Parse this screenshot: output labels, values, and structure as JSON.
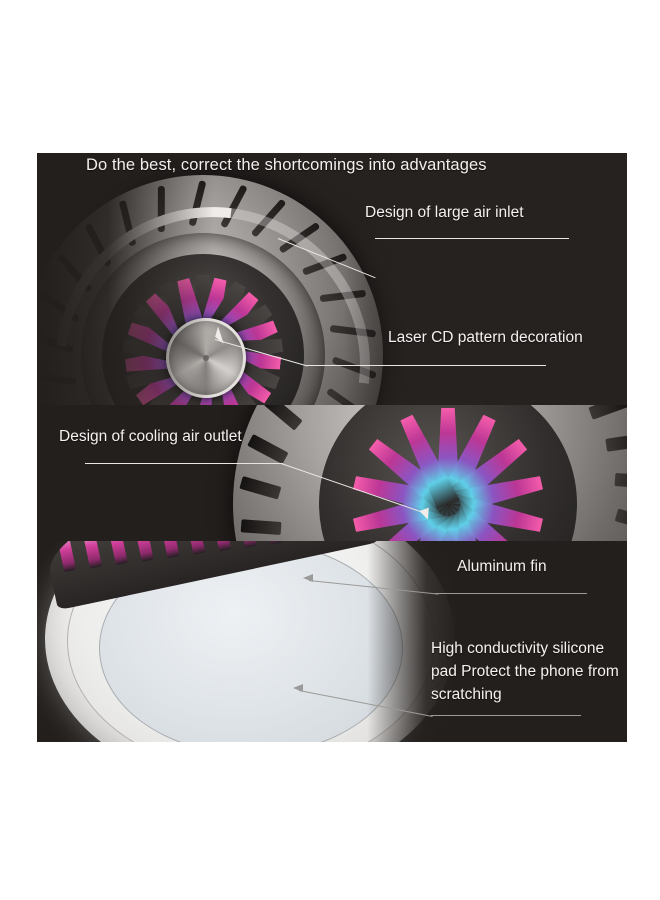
{
  "image": {
    "kind": "product-infographic",
    "subject": "phone cooling fan radiator",
    "background_color": "#ffffff",
    "panel_color": "#262220",
    "text_color": "#f4f2f0",
    "accent_color": "#d23f9b"
  },
  "panel": {
    "title": "Do the best, correct the shortcomings into advantages",
    "sections": [
      {
        "id": "top",
        "callouts": [
          {
            "id": "air-inlet",
            "label": "Design of large air inlet"
          },
          {
            "id": "laser-cd",
            "label": "Laser CD pattern decoration"
          }
        ]
      },
      {
        "id": "middle",
        "callouts": [
          {
            "id": "air-outlet",
            "label": "Design of cooling air outlet"
          }
        ]
      },
      {
        "id": "bottom",
        "callouts": [
          {
            "id": "aluminum-fin",
            "label": "Aluminum fin"
          },
          {
            "id": "silicone-pad",
            "label": "High conductivity silicone pad Protect the phone from scratching"
          }
        ]
      }
    ]
  }
}
